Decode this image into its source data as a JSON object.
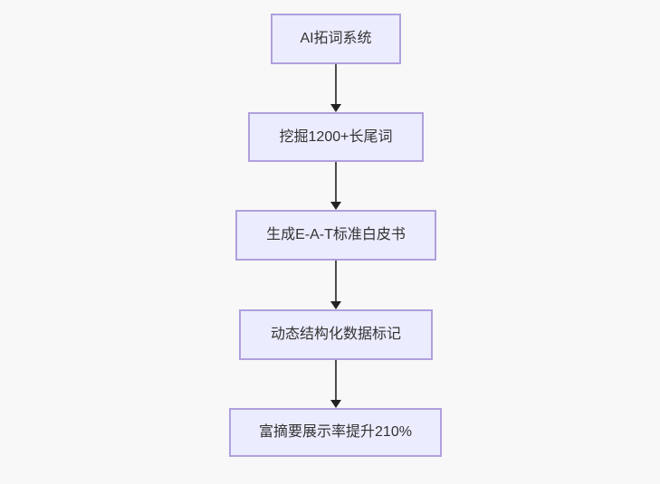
{
  "diagram": {
    "type": "flowchart",
    "direction": "top-down",
    "nodes": [
      {
        "id": "ai-keyword-system",
        "label": "AI拓词系统"
      },
      {
        "id": "mine-longtail-keywords",
        "label": "挖掘1200+长尾词"
      },
      {
        "id": "generate-eat-whitepaper",
        "label": "生成E-A-T标准白皮书"
      },
      {
        "id": "dynamic-structured-data",
        "label": "动态结构化数据标记"
      },
      {
        "id": "rich-snippet-rate-boost",
        "label": "富摘要展示率提升210%"
      }
    ],
    "edges": [
      {
        "from": "ai-keyword-system",
        "to": "mine-longtail-keywords"
      },
      {
        "from": "mine-longtail-keywords",
        "to": "generate-eat-whitepaper"
      },
      {
        "from": "generate-eat-whitepaper",
        "to": "dynamic-structured-data"
      },
      {
        "from": "dynamic-structured-data",
        "to": "rich-snippet-rate-boost"
      }
    ],
    "colors": {
      "background": "#f8f8f8",
      "node_fill": "#ececff",
      "node_border": "#b0a0dd",
      "text": "#333333",
      "arrow_line": "#4d4d4d",
      "arrow_head": "#222222"
    }
  }
}
